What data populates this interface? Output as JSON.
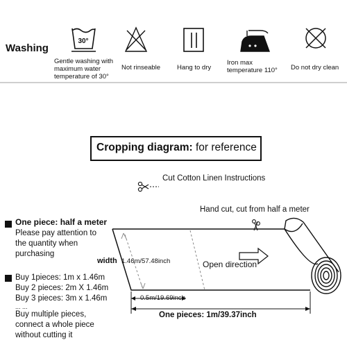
{
  "washing": {
    "title": "Washing",
    "items": [
      {
        "icon": "wash-30-icon",
        "badge": "30°",
        "line1": "Gentle washing with",
        "line2": "maximum water",
        "line3": "temperature of 30°"
      },
      {
        "icon": "no-rinse-icon",
        "line1": "Not rinseable"
      },
      {
        "icon": "hang-dry-icon",
        "line1": "Hang to dry"
      },
      {
        "icon": "iron-icon",
        "line1": "Iron max",
        "line2": "temperature 110°"
      },
      {
        "icon": "no-dry-clean-icon",
        "line1": "Do not dry clean"
      }
    ]
  },
  "cropping": {
    "title_bold": "Cropping diagram:",
    "title_rest": " for reference",
    "cut_instructions": "Cut Cotton Linen Instructions",
    "hand_cut": "Hand cut, cut from half a meter",
    "one_piece_heading": "One piece: half a meter",
    "one_piece_note": [
      "Please pay attention to",
      "the quantity when",
      "purchasing"
    ],
    "buy_heading": "Buy 1pieces: 1m x 1.46m",
    "buy_list": [
      "Buy 2 pieces: 2m X 1.46m",
      "Buy 3 pieces: 3m x 1.46m",
      "... ..."
    ],
    "buy_note": [
      "Buy multiple pieces,",
      "connect a whole piece",
      "without cutting it"
    ],
    "width_label": "width",
    "width_value": "1.46m/57.48inch",
    "open_direction": "Open direction",
    "half_meter": "0.5m/19.69inch",
    "one_piece_len": "One pieces: 1m/39.37inch"
  }
}
